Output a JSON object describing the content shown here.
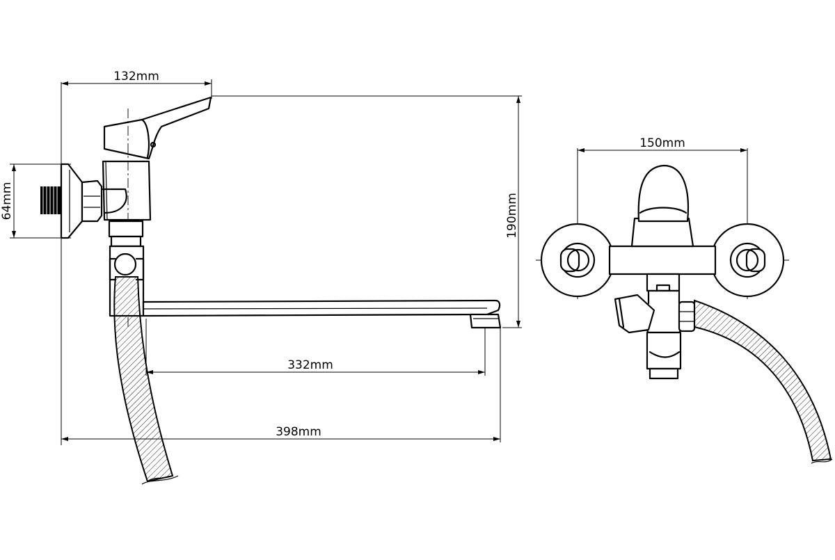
{
  "diagram": {
    "dimensions": {
      "top_width": "132mm",
      "flange_height": "64mm",
      "total_height": "190mm",
      "spout_reach": "332mm",
      "total_length": "398mm",
      "center_distance": "150mm"
    }
  }
}
